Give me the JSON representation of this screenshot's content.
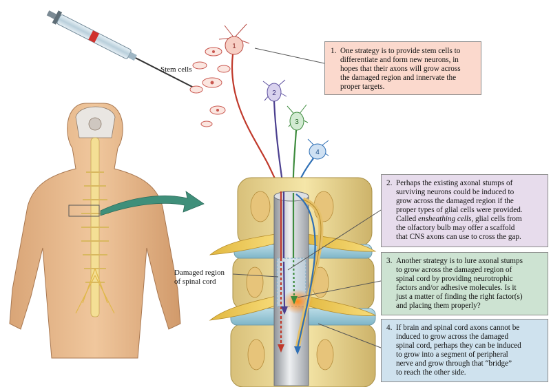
{
  "labels": {
    "stem_cells": "Stem cells",
    "damaged_region_line1": "Damaged region",
    "damaged_region_line2": "of spinal cord"
  },
  "neuron_numbers": [
    "1",
    "2",
    "3",
    "4"
  ],
  "boxes": [
    {
      "number": "1.",
      "lines": [
        "One strategy is to provide stem cells to",
        "differentiate and form new neurons, in",
        "hopes that their axons will grow across",
        "the damaged region and innervate the",
        "proper targets."
      ]
    },
    {
      "number": "2.",
      "lines": [
        "Perhaps the existing axonal stumps of",
        "surviving neurons could be induced to",
        "grow across the damaged region if the",
        "proper types of glial cells were provided.",
        "Called",
        "ensheathing cells,",
        "glial cells from",
        "the olfactory bulb may offer a scaffold",
        "that CNS axons can use to cross the gap."
      ]
    },
    {
      "number": "3.",
      "lines": [
        "Another strategy is to lure axonal stumps",
        "to grow across the damaged region of",
        "spinal cord by providing neurotrophic",
        "factors and/or adhesive molecules. Is it",
        "just a matter of finding the right factor(s)",
        "and placing them properly?"
      ]
    },
    {
      "number": "4.",
      "lines": [
        "If brain and spinal cord axons cannot be",
        "induced to grow across the damaged",
        "spinal cord, perhaps they can be induced",
        "to grow into a segment of peripheral",
        "nerve and grow through that “bridge”",
        "to reach the other side."
      ]
    }
  ],
  "colors": {
    "box1": "#fbd9cd",
    "box2": "#e7dcec",
    "box3": "#cde3d2",
    "box4": "#cfe2ee",
    "axon1": "#c0392b",
    "axon2": "#4b3f8f",
    "axon3": "#3d8b3d",
    "axon4": "#2e6fb5",
    "arrow": "#3f8f7a"
  }
}
